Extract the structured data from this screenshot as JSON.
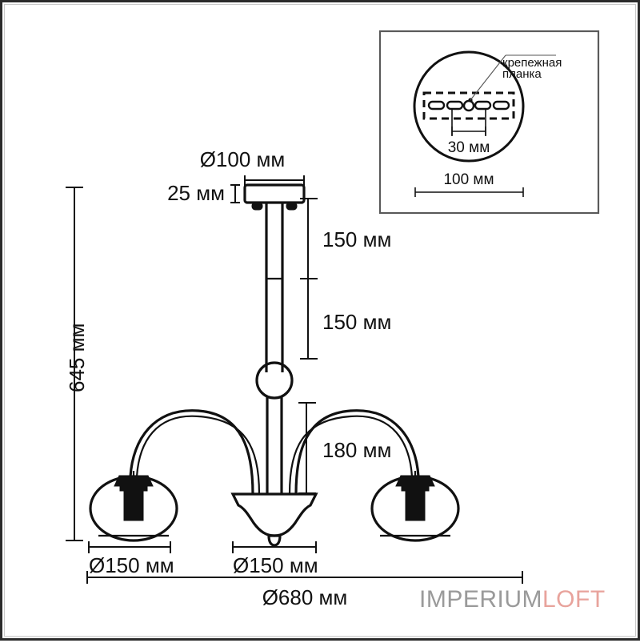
{
  "page": {
    "title": "Chandelier technical dimension drawing",
    "background_color": "#ffffff",
    "frame_color": "#2b2b2b"
  },
  "watermark": {
    "part1": "IMPERIUM",
    "part2": "LOFT",
    "part1_color": "#9a9a9a",
    "part2_color": "#e8a39c"
  },
  "dimensions": {
    "canopy_diameter": "Ø100 мм",
    "canopy_height": "25 мм",
    "rod_segment_1": "150 мм",
    "rod_segment_2": "150 мм",
    "arm_height": "180 мм",
    "total_height": "645 мм",
    "shade_diameter_left": "Ø150 мм",
    "shade_diameter_center": "Ø150 мм",
    "overall_diameter": "Ø680 мм"
  },
  "inset": {
    "label_bracket": "крепежная",
    "label_bracket_2": "планка",
    "hole_spacing": "30 мм",
    "plate_diameter": "100 мм"
  }
}
